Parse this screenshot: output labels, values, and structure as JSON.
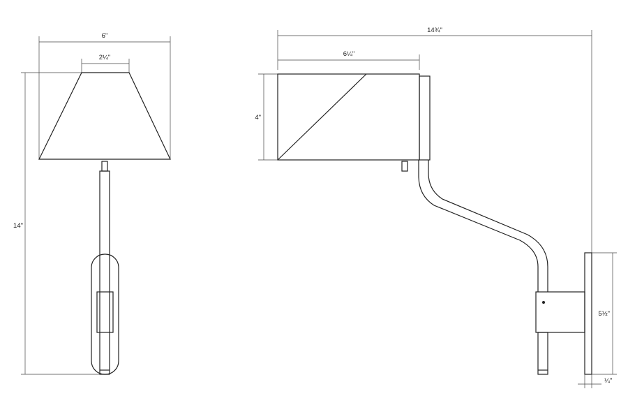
{
  "dimensions": {
    "front_width": "6\"",
    "front_top_width": "2¼\"",
    "front_height": "14\"",
    "side_length": "14¾\"",
    "side_shade_length": "6¼\"",
    "side_shade_height": "4\"",
    "backplate_height": "5½\"",
    "backplate_depth": "¼\""
  }
}
